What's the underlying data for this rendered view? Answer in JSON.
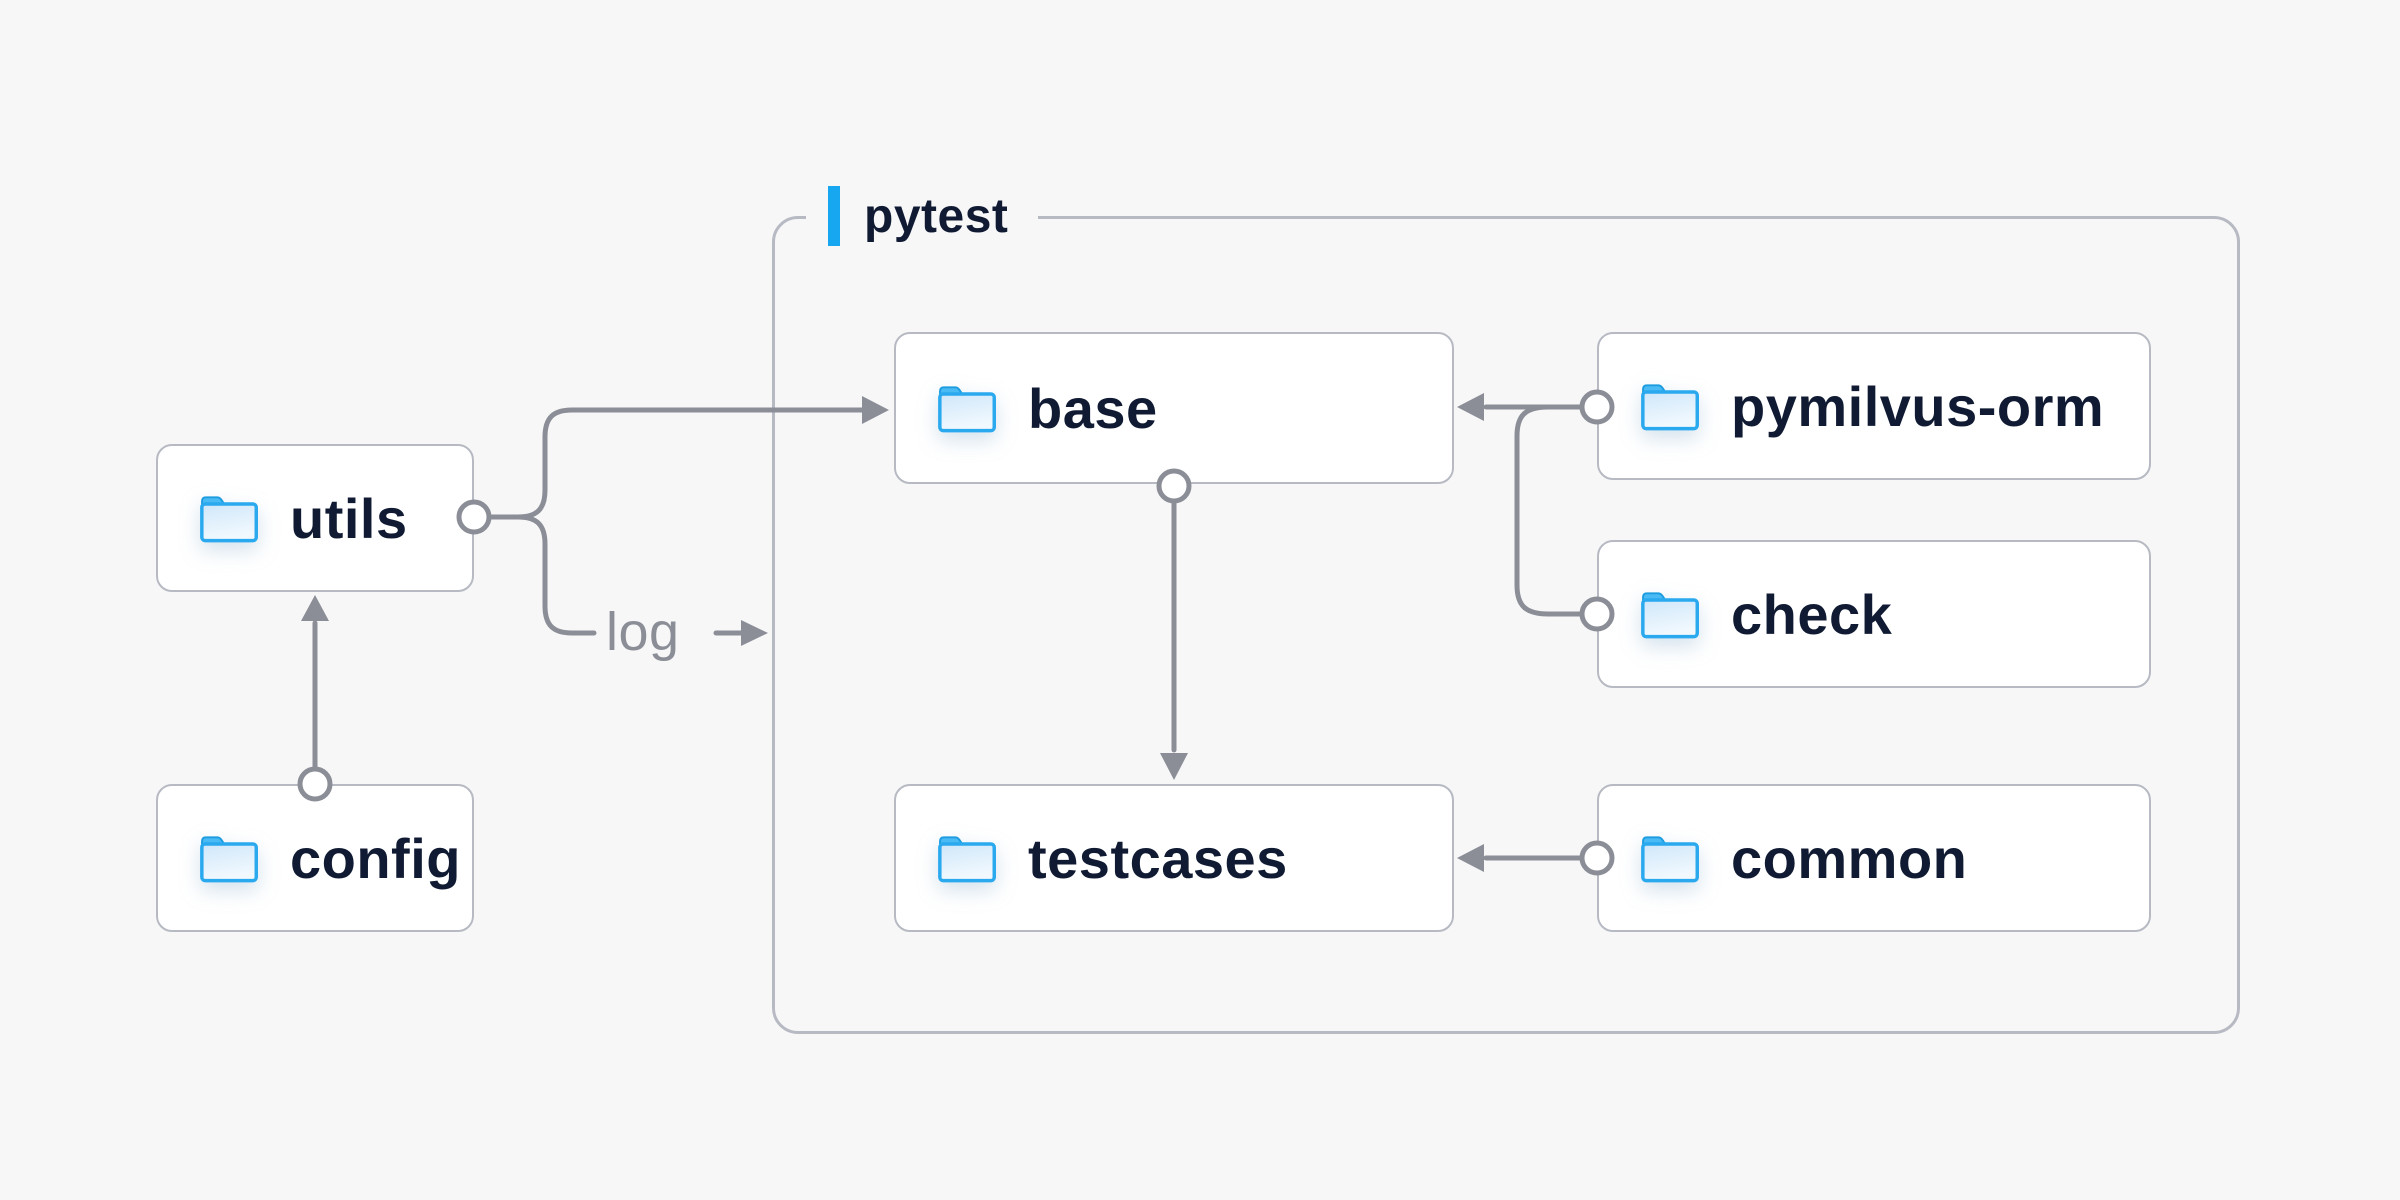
{
  "diagram": {
    "container": {
      "label": "pytest"
    },
    "nodes": [
      {
        "id": "utils",
        "label": "utils",
        "icon": "folder-icon"
      },
      {
        "id": "config",
        "label": "config",
        "icon": "folder-icon"
      },
      {
        "id": "base",
        "label": "base",
        "icon": "folder-icon"
      },
      {
        "id": "testcases",
        "label": "testcases",
        "icon": "folder-icon"
      },
      {
        "id": "pymilvus-orm",
        "label": "pymilvus-orm",
        "icon": "folder-icon"
      },
      {
        "id": "check",
        "label": "check",
        "icon": "folder-icon"
      },
      {
        "id": "common",
        "label": "common",
        "icon": "folder-icon"
      }
    ],
    "edges": [
      {
        "from": "config",
        "to": "utils",
        "type": "arrow",
        "label": ""
      },
      {
        "from": "utils",
        "to": "base",
        "type": "arrow",
        "label": ""
      },
      {
        "from": "utils",
        "to": "pytest",
        "type": "arrow",
        "label": "log"
      },
      {
        "from": "pymilvus-orm",
        "to": "base",
        "type": "arrow",
        "label": ""
      },
      {
        "from": "check",
        "to": "base",
        "type": "arrow",
        "label": ""
      },
      {
        "from": "base",
        "to": "testcases",
        "type": "arrow",
        "label": ""
      },
      {
        "from": "common",
        "to": "testcases",
        "type": "arrow",
        "label": ""
      }
    ]
  },
  "colors": {
    "background": "#f7f7f8",
    "box_background": "#ffffff",
    "box_border": "#b7bac3",
    "accent_blue": "#16a7f0",
    "folder_blue": "#2aa9ef",
    "line_gray": "#8b8e97",
    "text_navy": "#101b33"
  }
}
